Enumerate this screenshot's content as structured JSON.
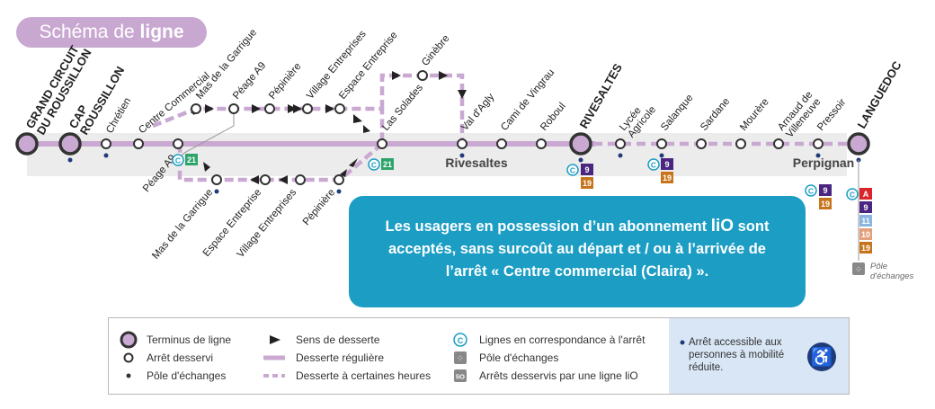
{
  "title": {
    "prefix": "Schéma de ",
    "bold": "ligne"
  },
  "colors": {
    "line": "#c9a8d1",
    "band": "#ececec",
    "terminus": "#c9a8d1",
    "teal": "#1b9dc4",
    "purple": "#4b2680",
    "orange": "#c8741c",
    "green": "#2ea46a",
    "red": "#d9262c",
    "lightblue": "#8ab6e0",
    "salmon": "#e4a07d"
  },
  "stops": {
    "grand_circuit": [
      "GRAND CIRCUIT",
      "DU ROUSSILLON"
    ],
    "cap": [
      "CAP",
      "ROUSSILLON"
    ],
    "chretien": "Chrétien",
    "centre_commercial": "Centre Commercial",
    "mas_garrigue_top": "Mas de la Garrigue",
    "peage_top": "Péage A9",
    "pepiniere_top": "Pépinière",
    "village_top": "Village Entreprises",
    "espace_top": "Espace Entreprise",
    "ginebre": "Ginèbre",
    "las_solades": "Las Solades",
    "val_agly": "Val d'Agly",
    "cami_vingrau": "Cami de Vingrau",
    "roboul": "Roboul",
    "rivesaltes_stop": "RIVESALTES",
    "lycee": [
      "Lycée",
      "Agricole"
    ],
    "salanque": "Salanque",
    "sardane": "Sardane",
    "mourere": "Mourère",
    "arnaud": [
      "Arnaud de",
      "Villeneuve"
    ],
    "pressoir": "Pressoir",
    "languedoc": "LANGUEDOC",
    "peage_bot": "Péage A9",
    "mas_garrigue_bot": "Mas de la Garrigue",
    "espace_bot": "Espace Entreprise",
    "village_bot": "Village Entreprises",
    "pepiniere_bot": "Pépinière"
  },
  "towns": {
    "rivesaltes": "Rivesaltes",
    "perpignan": "Perpignan"
  },
  "correspondences": {
    "c_symbol": "C",
    "peage": [
      "21"
    ],
    "las_solades": [
      "21"
    ],
    "rivesaltes": [
      "9",
      "19"
    ],
    "salanque": [
      "9",
      "19"
    ],
    "perpignan": [
      "9",
      "19"
    ],
    "languedoc": [
      "A",
      "9",
      "11",
      "10",
      "19"
    ]
  },
  "pole_echanges": [
    "Pôle",
    "d'échanges"
  ],
  "notice": {
    "line1_before": "Les usagers en possession d’un abonnement ",
    "logo": "liO",
    "line1_after": " sont",
    "line2": "acceptés, sans surcoût au départ et / ou à l’arrivée de",
    "line3": "l’arrêt « Centre commercial  (Claira) »."
  },
  "legend": {
    "terminus": "Terminus de ligne",
    "arret": "Arrêt desservi",
    "pole": "Pôle d'échanges",
    "sens": "Sens de desserte",
    "reguliere": "Desserte régulière",
    "certaines": "Desserte à certaines heures",
    "correspondance": "Lignes en correspondance à l'arrêt",
    "pole2": "Pôle d'échanges",
    "lio_stops": "Arrêts desservis par une ligne  liO",
    "lio_badge": "liO",
    "accessible": [
      "Arrêt accessible aux",
      "personnes à mobilité",
      "réduite."
    ]
  }
}
